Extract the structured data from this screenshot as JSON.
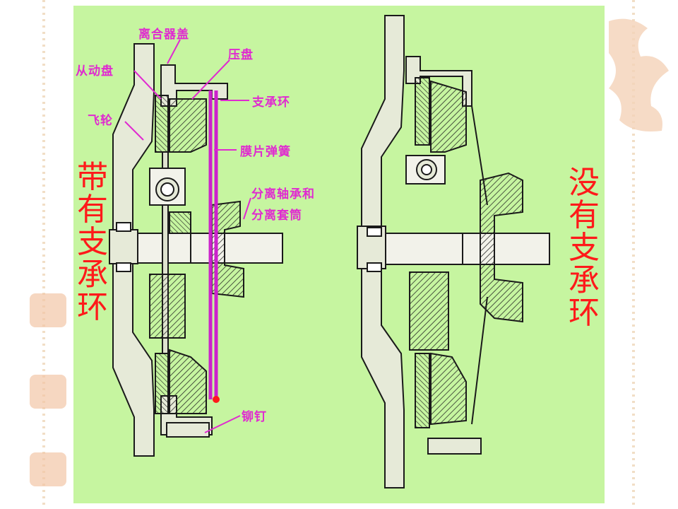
{
  "left_title": "带有支承环",
  "right_title": "没有支承环",
  "labels": {
    "cover": "离合器盖",
    "driven_disc": "从动盘",
    "pressure_plate": "压盘",
    "support_ring": "支承环",
    "flywheel": "飞轮",
    "diaphragm_spring": "膜片弹簧",
    "release_bearing_line1": "分离轴承和",
    "release_bearing_line2": "分离套筒",
    "rivet": "铆钉"
  },
  "colors": {
    "panel_bg": "#c6f5a0",
    "label": "#e02ad0",
    "title": "#ff1a1a",
    "spring": "#cc22cc"
  }
}
